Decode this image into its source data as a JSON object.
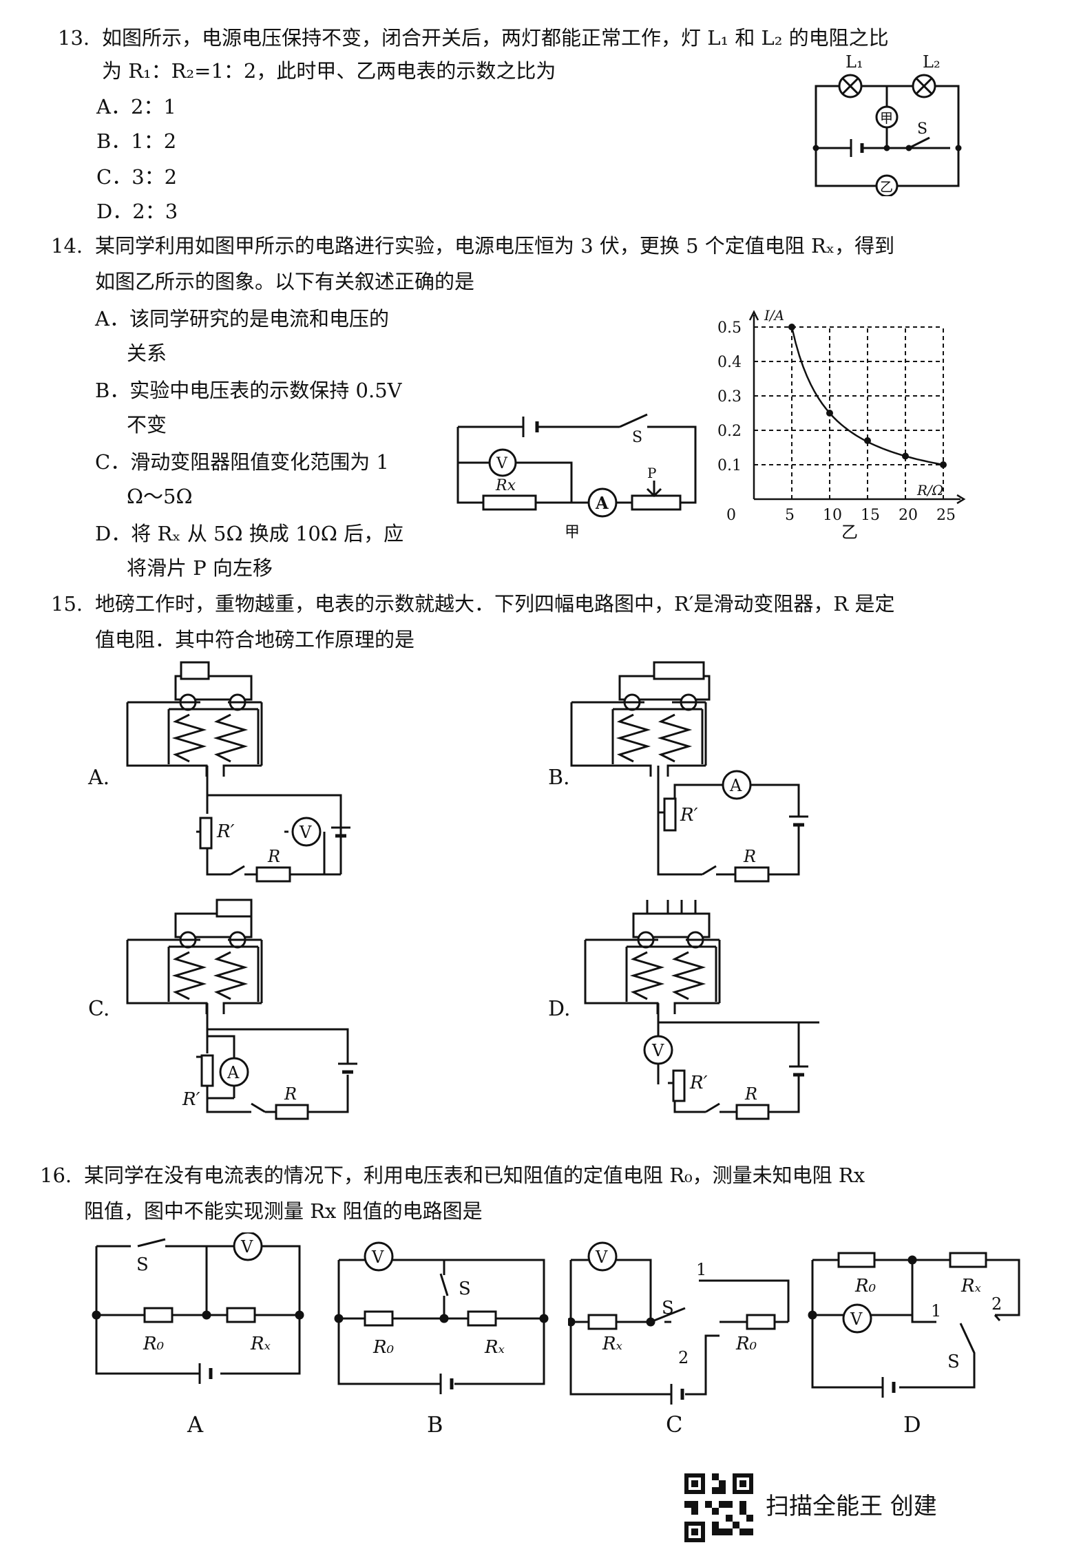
{
  "q13": {
    "number": "13.",
    "line1": "如图所示，电源电压保持不变，闭合开关后，两灯都能正常工作，灯 L₁ 和 L₂ 的电阻之比",
    "line2": "为 R₁：R₂=1：2，此时甲、乙两电表的示数之比为",
    "options": [
      "A．2：1",
      "B．1：2",
      "C．3：2",
      "D．2：3"
    ],
    "fig": {
      "l1": "L₁",
      "l2": "L₂",
      "meter_a": "甲",
      "meter_b": "乙",
      "switch": "S"
    }
  },
  "q14": {
    "number": "14.",
    "line1": "某同学利用如图甲所示的电路进行实验，电源电压恒为 3 伏，更换 5 个定值电阻 Rₓ，得到",
    "line2": "如图乙所示的图象。以下有关叙述正确的是",
    "option_lines": [
      "A．该同学研究的是电流和电压的",
      "关系",
      "B．实验中电压表的示数保持 0.5V",
      "不变",
      "C．滑动变阻器阻值变化范围为 1",
      "Ω～5Ω",
      "D．将 Rₓ 从 5Ω 换成 10Ω 后，应",
      "将滑片 P 向左移"
    ],
    "circuit": {
      "switch": "S",
      "voltmeter": "V",
      "resistor": "Rx",
      "ammeter": "A",
      "slider": "P",
      "caption": "甲"
    },
    "graph_caption": "乙"
  },
  "chart_data": {
    "type": "scatter",
    "title": "",
    "xlabel": "R/Ω",
    "ylabel": "I/A",
    "x_ticks": [
      "0",
      "5",
      "10",
      "15",
      "20",
      "25"
    ],
    "y_ticks": [
      "0.1",
      "0.2",
      "0.3",
      "0.4",
      "0.5"
    ],
    "xlim": [
      0,
      25
    ],
    "ylim": [
      0,
      0.5
    ],
    "grid": true,
    "series": [
      {
        "x": [
          5,
          10,
          15,
          20,
          25
        ],
        "y": [
          0.5,
          0.25,
          0.17,
          0.125,
          0.1
        ]
      }
    ]
  },
  "q15": {
    "number": "15.",
    "line1": "地磅工作时，重物越重，电表的示数就越大．下列四幅电路图中，R′是滑动变阻器，R 是定",
    "line2": "值电阻．其中符合地磅工作原理的是",
    "options": [
      "A.",
      "B.",
      "C.",
      "D."
    ],
    "labels": {
      "rheostat": "R′",
      "resistor": "R",
      "voltmeter": "V",
      "ammeter": "A"
    }
  },
  "q16": {
    "number": "16.",
    "line1": "某同学在没有电流表的情况下，利用电压表和已知阻值的定值电阻 R₀，测量未知电阻 Rx",
    "line2": "阻值，图中不能实现测量 Rx 阻值的电路图是",
    "captions": [
      "A",
      "B",
      "C",
      "D"
    ],
    "labels": {
      "switch": "S",
      "voltmeter": "V",
      "r0": "R₀",
      "rx": "Rₓ",
      "pos1": "1",
      "pos2": "2"
    }
  },
  "watermark": {
    "text": "扫描全能王  创建"
  }
}
